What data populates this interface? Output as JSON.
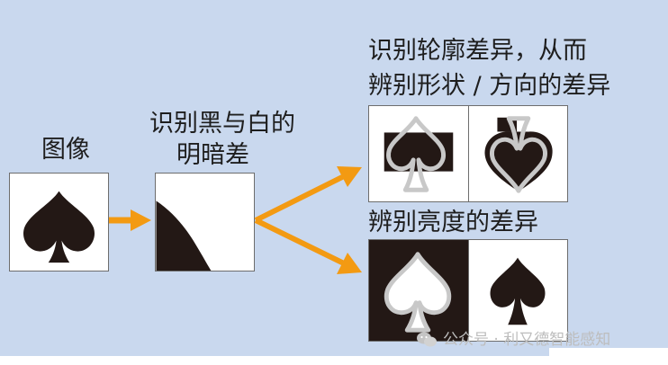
{
  "labels": {
    "image": "图像",
    "bw_line1": "识别黑与白的",
    "bw_line2": "明暗差",
    "contour_line1": "识别轮廓差异，从而",
    "contour_line2": "辨别形状 / 方向的差异",
    "brightness": "辨别亮度的差异"
  },
  "watermark": {
    "text": "公众号 · 利又德智能感知",
    "icon": "wechat-icon"
  },
  "colors": {
    "background": "#c9d8ee",
    "arrow": "#f39a12",
    "shape": "#231815",
    "outline": "#c8c8c8",
    "border": "#6d6d6d"
  }
}
